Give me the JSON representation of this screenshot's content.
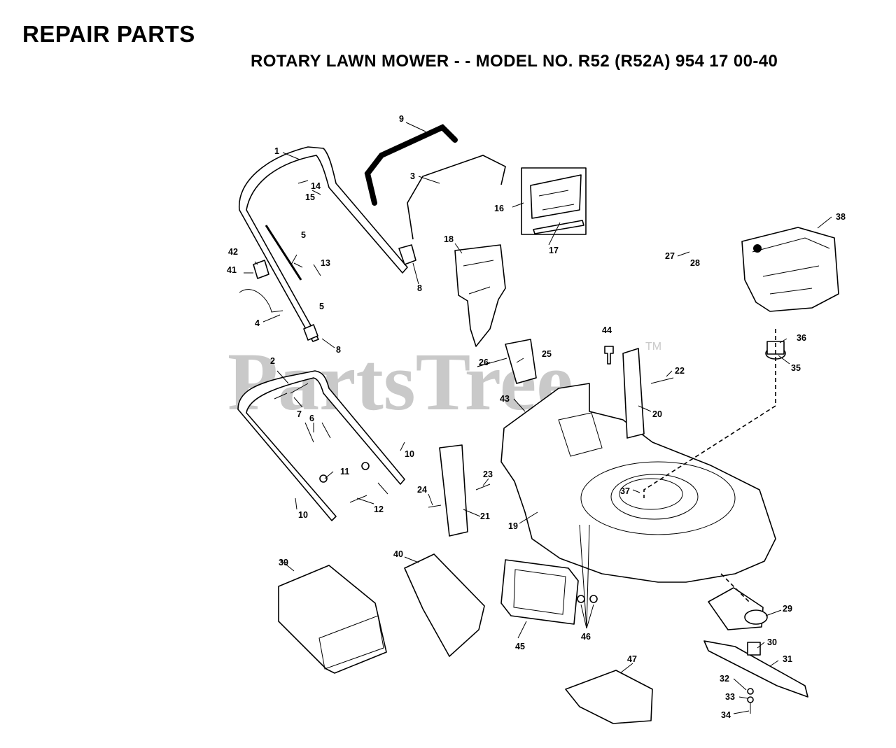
{
  "header": {
    "title": "REPAIR PARTS",
    "subtitle": "ROTARY LAWN MOWER - - MODEL NO. R52 (R52A) 954 17 00-40"
  },
  "watermark": {
    "text": "PartsTree",
    "trademark": "TM"
  },
  "callouts": [
    "1",
    "2",
    "3",
    "4",
    "5",
    "5",
    "6",
    "7",
    "8",
    "8",
    "9",
    "10",
    "10",
    "11",
    "12",
    "13",
    "14",
    "15",
    "16",
    "17",
    "18",
    "19",
    "20",
    "21",
    "22",
    "23",
    "24",
    "25",
    "26",
    "27",
    "28",
    "29",
    "30",
    "31",
    "32",
    "33",
    "34",
    "35",
    "36",
    "37",
    "38",
    "39",
    "40",
    "41",
    "42",
    "43",
    "44",
    "45",
    "46",
    "47"
  ]
}
